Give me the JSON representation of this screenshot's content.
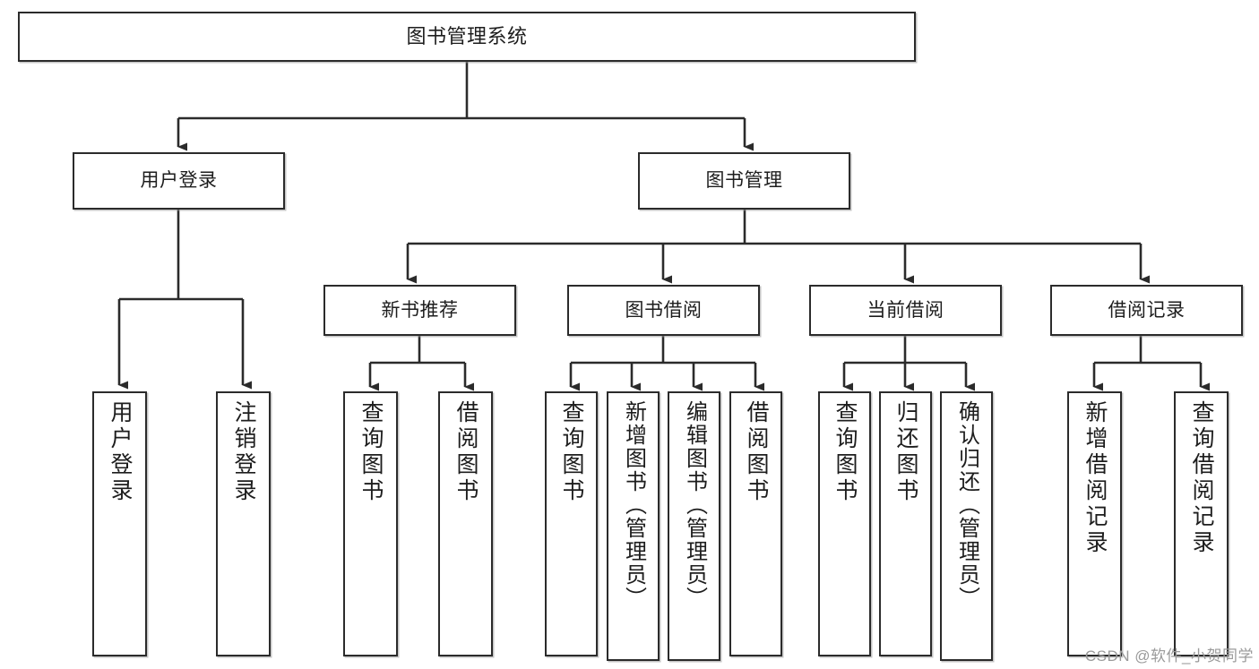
{
  "diagram": {
    "type": "tree-hierarchy",
    "title": "图书管理系统",
    "stroke_color": "#2b2b2b",
    "fill_color": "#ffffff",
    "text_color": "#1d1d1d",
    "root": {
      "label": "图书管理系统"
    },
    "level1": [
      {
        "label": "用户登录"
      },
      {
        "label": "图书管理"
      }
    ],
    "level2": [
      {
        "label": "新书推荐"
      },
      {
        "label": "图书借阅"
      },
      {
        "label": "当前借阅"
      },
      {
        "label": "借阅记录"
      }
    ],
    "leaves": {
      "user_login": [
        {
          "label": "用户登录"
        },
        {
          "label": "注销登录"
        }
      ],
      "new_book": [
        {
          "label": "查询图书"
        },
        {
          "label": "借阅图书"
        }
      ],
      "book_borrow": [
        {
          "label": "查询图书"
        },
        {
          "label": "新增图书（管理员）"
        },
        {
          "label": "编辑图书（管理员）"
        },
        {
          "label": "借阅图书"
        }
      ],
      "current_borrow": [
        {
          "label": "查询图书"
        },
        {
          "label": "归还图书"
        },
        {
          "label": "确认归还（管理员）"
        }
      ],
      "borrow_record": [
        {
          "label": "新增借阅记录"
        },
        {
          "label": "查询借阅记录"
        }
      ]
    }
  },
  "watermark": {
    "text": "CSDN @软件_小贺同学"
  }
}
